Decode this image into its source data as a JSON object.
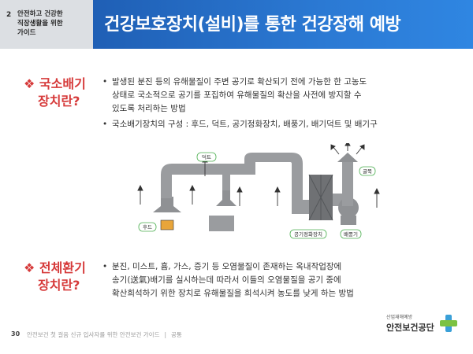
{
  "header": {
    "chapter_number": "2",
    "chapter_title_line1": "안전하고 건강한",
    "chapter_title_line2": "직장생활을 위한",
    "chapter_title_line3": "가이드",
    "title": "건강보호장치(설비)를 통한 건강장해 예방"
  },
  "sections": [
    {
      "label_line1": "국소배기",
      "label_line2": "장치란?",
      "bullets": [
        {
          "lines": [
            "발생된 분진 등의 유해물질이 주변 공기로 확산되기 전에 가능한 한 고농도",
            "상태로 국소적으로 공기를 포집하여 유해물질의 확산을 사전에 방지할 수",
            "있도록 처리하는 방법"
          ]
        },
        {
          "lines": [
            "국소배기장치의 구성 : 후드, 덕트, 공기정화장치, 배풍기, 배기덕트 및 배기구"
          ]
        }
      ]
    },
    {
      "label_line1": "전체환기",
      "label_line2": "장치란?",
      "bullets": [
        {
          "lines": [
            "분진, 미스트, 흄, 가스, 증기 등 오염물질이 존재하는 옥내작업장에",
            "송기(送氣)배기를 실시하는데 따라서 이들의 오염물질을 공기 중에",
            "확산희석하기 위한 장치로 유해물질을 희석시켜 농도를 낮게 하는 방법"
          ]
        }
      ]
    }
  ],
  "diagram": {
    "labels": {
      "duct": "덕트",
      "hood": "후드",
      "exhaust_outlet": "굴뚝",
      "air_cleaner": "공기정화장치",
      "fan": "배풍기"
    },
    "colors": {
      "duct": "#8f9194",
      "duct_dark": "#6f7174",
      "label_border": "#4caf50",
      "hood_source": "#e8a53a"
    }
  },
  "footer": {
    "page_number": "30",
    "text": "안전보건 첫 걸음 신규 입사자를 위한 안전보건 가이드",
    "separator": "|",
    "category": "공통"
  },
  "logo": {
    "small_text": "산업재해예방",
    "name": "안전보건공단"
  },
  "colors": {
    "header_blue": "#2b79d3",
    "accent_red": "#d63a3a"
  }
}
